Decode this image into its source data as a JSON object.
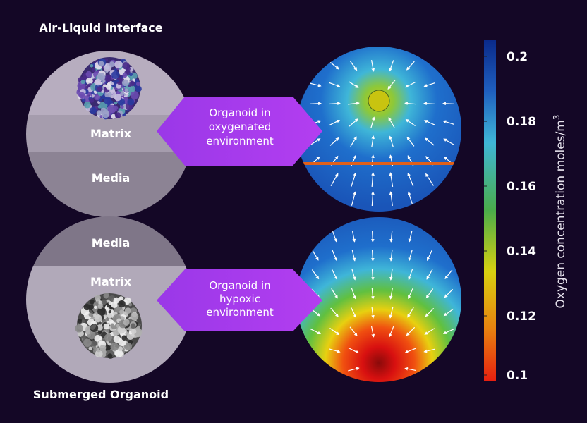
{
  "top": {
    "title": "Air-Liquid Interface",
    "layer_matrix": "Matrix",
    "layer_media": "Media",
    "callout": [
      "Organoid in",
      "oxygenated",
      "environment"
    ]
  },
  "bottom": {
    "title": "Submerged Organoid",
    "layer_media": "Media",
    "layer_matrix": "Matrix",
    "callout": [
      "Organoid in",
      "hypoxic",
      "environment"
    ]
  },
  "colorbar": {
    "label": "Oxygen concentration moles/m",
    "label_sup": "3",
    "ticks": [
      "0.2",
      "0.18",
      "0.16",
      "0.14",
      "0.12",
      "0.1"
    ],
    "tick_values": [
      0.2,
      0.18,
      0.16,
      0.14,
      0.12,
      0.1
    ],
    "range": [
      0.1,
      0.205
    ],
    "colors": [
      "#0a2a8a",
      "#1f5fbf",
      "#3fb6d8",
      "#4aad4a",
      "#c8cc10",
      "#e8a010",
      "#e82010"
    ]
  },
  "colors": {
    "background": "#140726",
    "callout": "#a53ce8",
    "interface_line": "#e0601a"
  }
}
